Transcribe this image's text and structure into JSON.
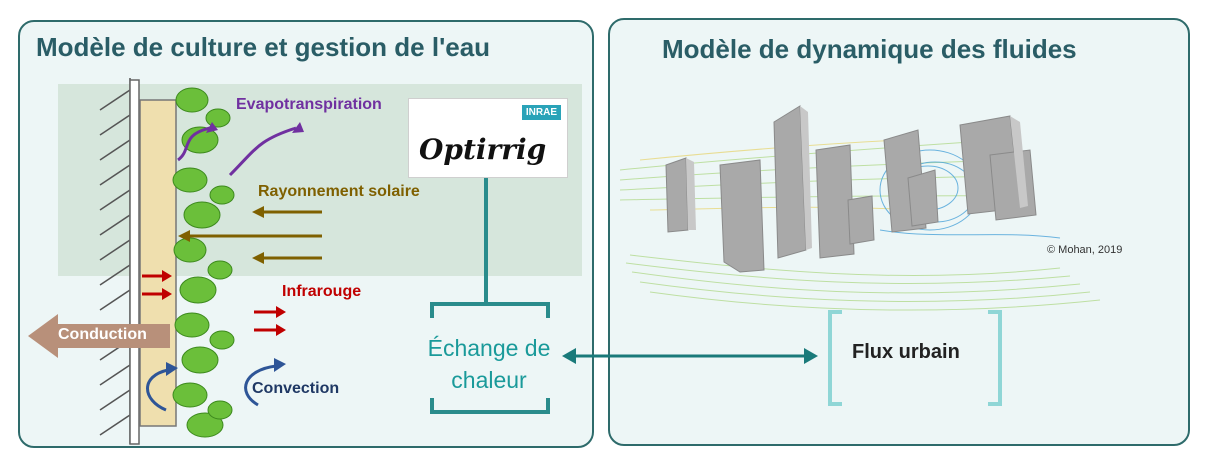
{
  "left_panel": {
    "title": "Modèle de culture et gestion de l'eau",
    "labels": {
      "evapotranspiration": "Evapotranspiration",
      "rayonnement": "Rayonnement solaire",
      "infrarouge": "Infrarouge",
      "convection": "Convection",
      "conduction": "Conduction"
    },
    "logo": {
      "name": "Optirrig",
      "badge": "INRAE"
    },
    "exchange": {
      "line1": "Échange de",
      "line2": "chaleur"
    }
  },
  "right_panel": {
    "title": "Modèle de dynamique des fluides",
    "copyright": "© Mohan, 2019",
    "flux": "Flux urbain"
  },
  "colors": {
    "panel_border": "#2e6b6b",
    "title": "#2a5d66",
    "teal": "#1a9a9a",
    "evap": "#7030a0",
    "solar": "#7f6000",
    "infrared": "#c00000",
    "convection": "#1f3864",
    "conduction": "#b8907a"
  },
  "icons": [
    "wall-hatch-icon",
    "plant-leaves-icon",
    "water-drop-icon",
    "buildings-cfd-icon"
  ]
}
